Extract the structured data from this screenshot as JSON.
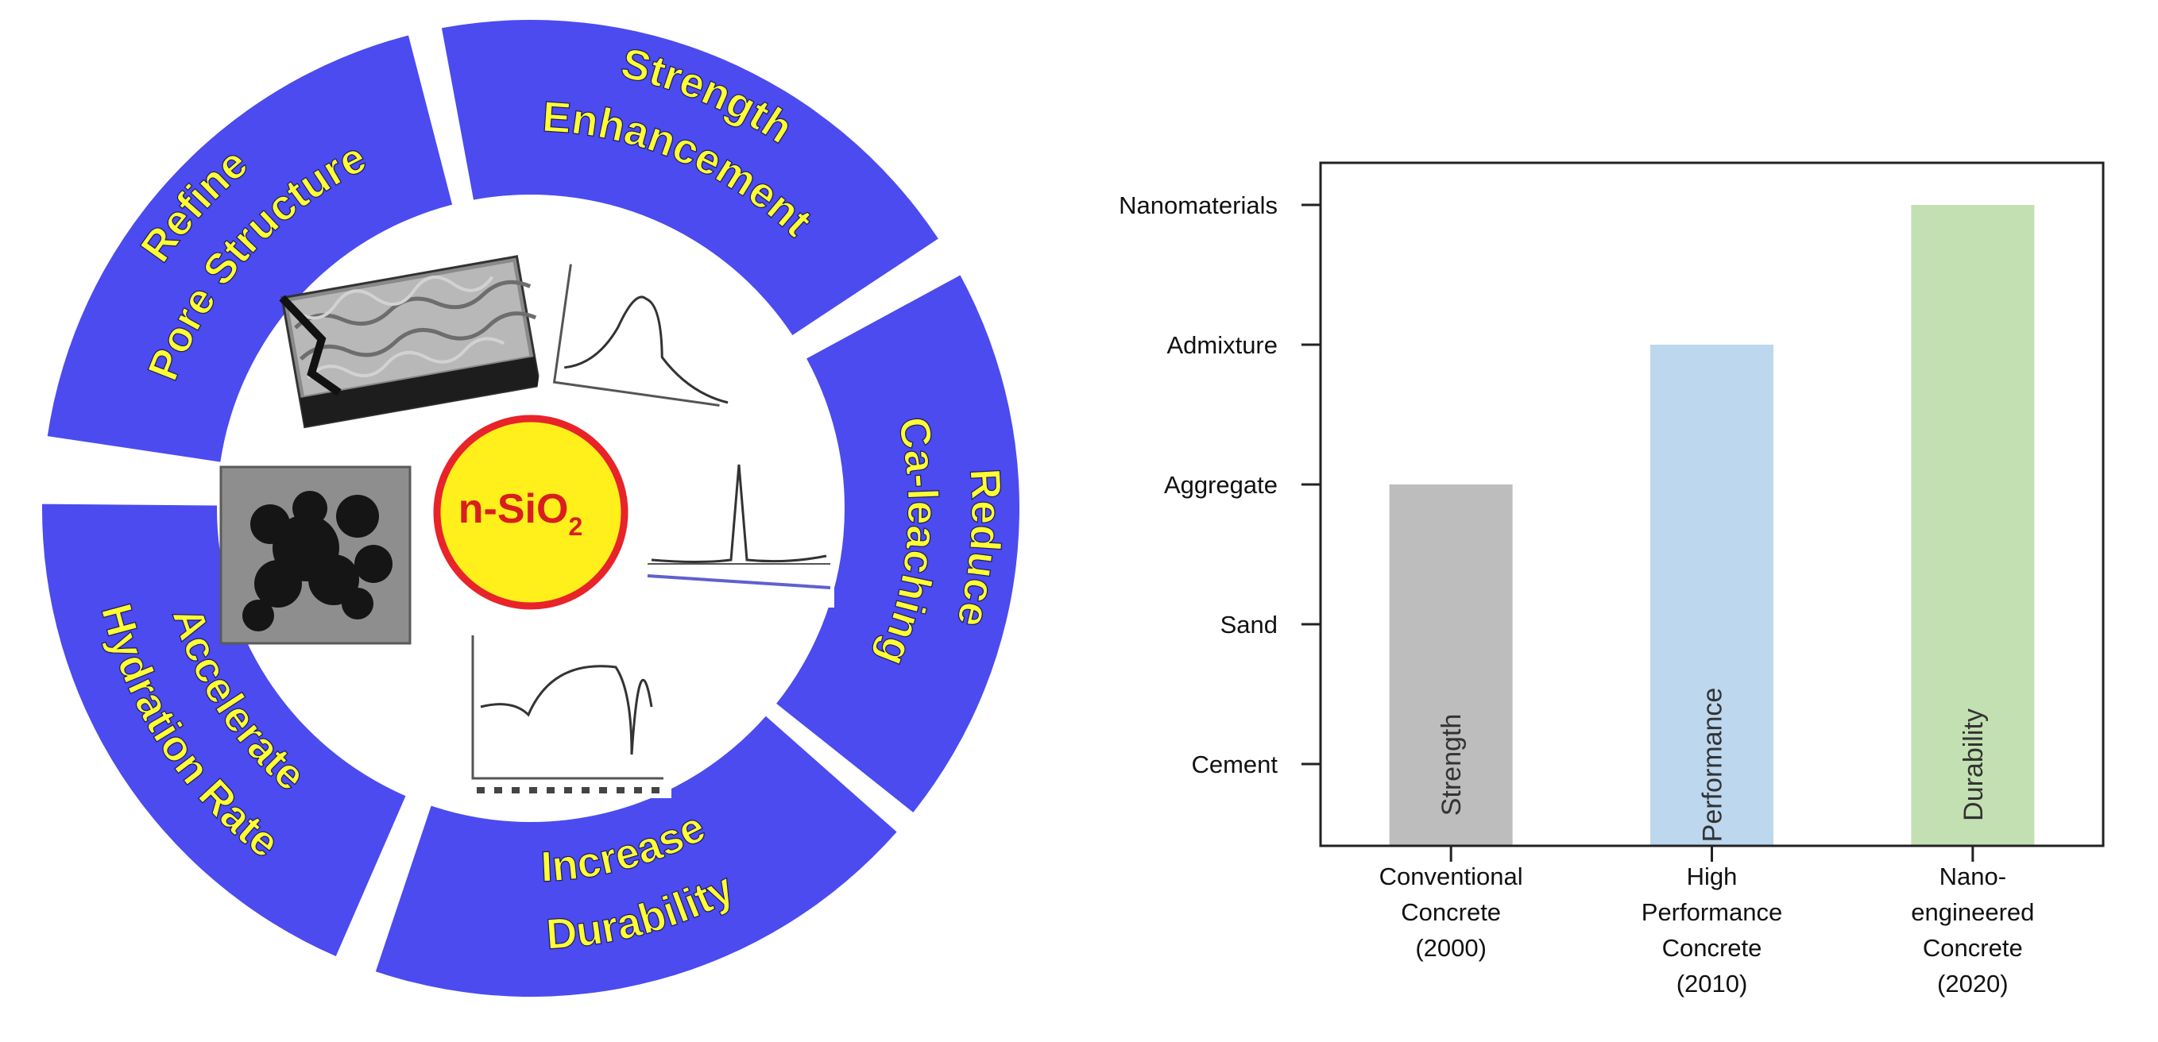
{
  "wheel": {
    "center_label": "n-SiO",
    "center_subscript": "2",
    "segments": [
      {
        "lines": [
          "Strength",
          "Enhancement"
        ]
      },
      {
        "lines": [
          "Reduce",
          "Ca-leaching"
        ]
      },
      {
        "lines": [
          "Increase",
          "Durability"
        ]
      },
      {
        "lines": [
          "Accelerate",
          "Hydration Rate"
        ]
      },
      {
        "lines": [
          "Refine",
          "Pore Structure"
        ]
      }
    ],
    "colors": {
      "ring": "#4b4bf0",
      "ring_text": "#ffff33",
      "center_fill": "#ffef1a",
      "center_border": "#e8232a",
      "center_text": "#d81e1e"
    }
  },
  "chart_data": {
    "type": "bar",
    "categories": [
      [
        "Conventional",
        "Concrete",
        "(2000)"
      ],
      [
        "High",
        "Performance",
        "Concrete",
        "(2010)"
      ],
      [
        "Nano-",
        "engineered",
        "Concrete",
        "(2020)"
      ]
    ],
    "y_levels": [
      "Cement",
      "Sand",
      "Aggregate",
      "Admixture",
      "Nanomaterials"
    ],
    "values": [
      "Aggregate",
      "Admixture",
      "Nanomaterials"
    ],
    "bar_labels": [
      "Strength",
      "Performance",
      "Durability"
    ],
    "colors": [
      "#bdbdbd",
      "#bcd7ee",
      "#c3e0b2"
    ],
    "title": "",
    "xlabel": "",
    "ylabel": "",
    "grid": false
  }
}
